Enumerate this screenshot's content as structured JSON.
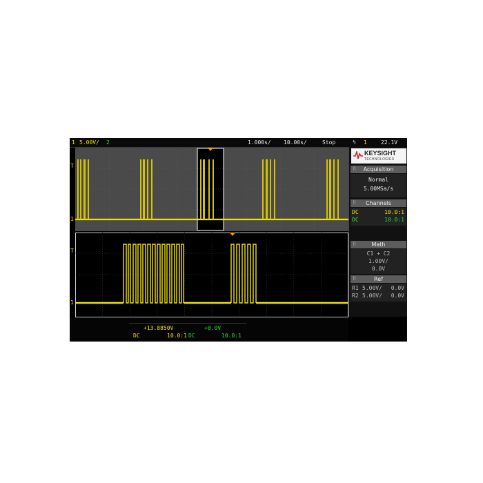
{
  "top_bar": {
    "channel1_number": "1",
    "channel1_scale": "5.00V/",
    "channel2_number": "2",
    "time_position": "1.000s/",
    "time_scale": "10.00s/",
    "run_status": "Stop",
    "trigger_symbol": "ϟ",
    "trigger_channel": "1",
    "trigger_level": "22.1V"
  },
  "brand": {
    "name": "KEYSIGHT",
    "subname": "TECHNOLOGIES"
  },
  "acquisition": {
    "header": "Acquisition",
    "mode": "Normal",
    "rate": "5.00MSa/s"
  },
  "channels": {
    "header": "Channels",
    "rows": [
      {
        "coupling": "DC",
        "value": "10.0:1",
        "color": "#f2e200"
      },
      {
        "coupling": "DC",
        "value": "10.0:1",
        "color": "#2be03a"
      }
    ]
  },
  "math": {
    "header": "Math",
    "formula": "C1 + C2",
    "scale": "1.00V/",
    "offset": "0.0V"
  },
  "ref": {
    "header": "Ref",
    "rows": [
      {
        "label": "R1",
        "scale": "5.00V/",
        "offset": "0.0V"
      },
      {
        "label": "R2",
        "scale": "5.00V/",
        "offset": "0.0V"
      }
    ]
  },
  "bottom_bar": {
    "ch1_offset": "+13.8850V",
    "ch2_offset": "+0.0V",
    "ch1_coupling": "DC",
    "ch1_probe": "10.0:1",
    "ch2_coupling": "DC",
    "ch2_probe": "10.0:1"
  },
  "overview": {
    "marker_1": "1",
    "marker_T": "T"
  },
  "zoom": {
    "marker_1": "1",
    "marker_T": "T"
  },
  "colors": {
    "channel1": "#f2e200",
    "channel2": "#2be03a",
    "overview_bg": "#4a4a4a",
    "zoom_bg": "#000000"
  }
}
